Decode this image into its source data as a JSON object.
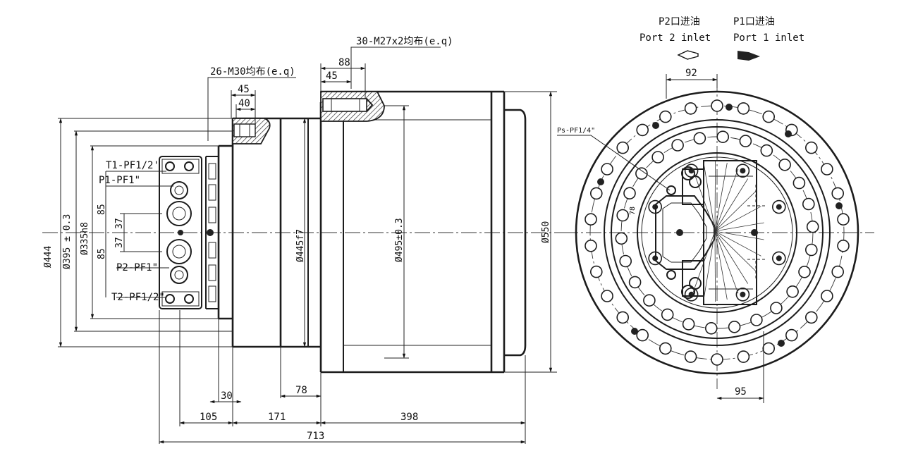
{
  "side_view": {
    "callout_26": "26-M30均布(e.q)",
    "callout_30": "30-M27x2均布(e.q)",
    "dim_45_left": "45",
    "dim_40": "40",
    "dim_88": "88",
    "dim_45_right": "45",
    "port_t1": "T1-PF1/2'",
    "port_p1": "P1-PF1\"",
    "port_p2": "P2-PF1\"",
    "port_t2": "T2-PF1/2\"",
    "dia_444": "Ø444",
    "dia_395": "Ø395 ± 0.3",
    "dia_335": "Ø335h8",
    "dia_445": "Ø445f7",
    "dia_495": "Ø495±0.3",
    "dia_550": "Ø550",
    "v85_top": "85",
    "v85_bottom": "85",
    "v37_top": "37",
    "v37_bottom": "37",
    "dim_30": "30",
    "dim_78": "78",
    "dim_105": "105",
    "dim_171": "171",
    "dim_398": "398",
    "dim_713": "713"
  },
  "front_view": {
    "p2_cn": "P2口进油",
    "p2_en": "Port 2 inlet",
    "p1_cn": "P1口进油",
    "p1_en": "Port 1 inlet",
    "dim_92": "92",
    "dim_95": "95",
    "ps_port": "Ps-PF1/4\"",
    "dim_78_small": "78"
  }
}
